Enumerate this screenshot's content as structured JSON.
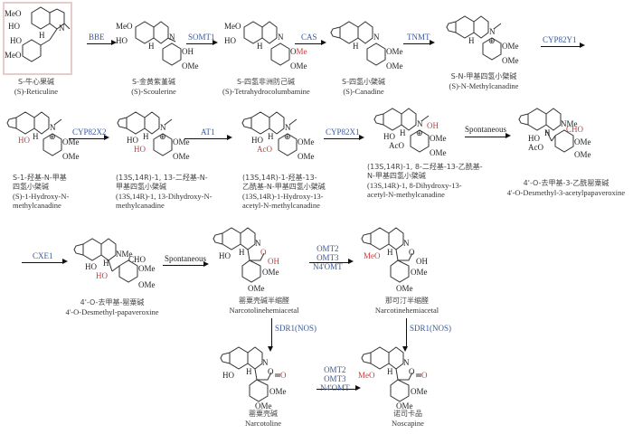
{
  "colors": {
    "enzyme": "#3a5a9c",
    "highlight": "#d03a3a",
    "arrow": "#111111",
    "box": "#e8cccc"
  },
  "compounds": [
    {
      "id": "reticuline",
      "zh": "S-牛心果碱",
      "en": "(S)-Reticuline"
    },
    {
      "id": "scoulerine",
      "zh": "S-金黄紫堇碱",
      "en": "(S)-Scoulerine"
    },
    {
      "id": "tetrahydrocolumbamine",
      "zh": "S-四氢非洲防己碱",
      "en": "(S)-Tetrahydrocolumbamine"
    },
    {
      "id": "canadine",
      "zh": "S-四氢小檗碱",
      "en": "(S)-Canadine"
    },
    {
      "id": "n-methylcanadine",
      "zh": "S-N-甲基四氢小檗碱",
      "en": "(S)-N-Methylcanadine"
    },
    {
      "id": "hydroxy-n-methylcanadine",
      "zh": [
        "S-1-羟基-N-甲基",
        "四氢小檗碱"
      ],
      "en": [
        "(S)-1-Hydroxy-N-",
        "methylcanadine"
      ]
    },
    {
      "id": "dihydroxy-n-methylcanadine",
      "zh": [
        "(13S,14R)-1, 13-二羟基-N-",
        "甲基四氢小檗碱"
      ],
      "en": [
        "(13S,14R)-1, 13-Dihydroxy-N-",
        "methylcanadine"
      ]
    },
    {
      "id": "hydroxy-acetyl-n-methylcanadine",
      "zh": [
        "(13S,14R)-1-羟基-13-",
        "乙酰基-N-甲基四氢小檗碱"
      ],
      "en": [
        "(13S,14R)-1-Hydroxy-13-",
        "acetyl-N-methylcanadine"
      ]
    },
    {
      "id": "dihydroxy-acetyl-n-methylcanadine",
      "zh": [
        "(13S,14R)-1, 8-二羟基-13-乙酰基-",
        "N-甲基四氢小檗碱"
      ],
      "en": [
        "(13S,14R)-1, 8-Dihydroxy-13-",
        "acetyl-N-methylcanadine"
      ]
    },
    {
      "id": "desmethyl-acetylpapaveroxine",
      "zh": "4'-O-去甲基-3-乙酰罂粟碱",
      "en": "4'-O-Desmethyl-3-acetylpapaveroxine"
    },
    {
      "id": "desmethyl-papaveroxine",
      "zh": "4'-O-去甲基-罂粟碱",
      "en": "4'-O-Desmethyl-papaveroxine"
    },
    {
      "id": "narcotolinehemiacetal",
      "zh": "罂粟壳碱半缩醛",
      "en": "Narcotolinehemiacetal"
    },
    {
      "id": "narcotinehemiacetal",
      "zh": "那可汀半缩醛",
      "en": "Narcotinehemiacetal"
    },
    {
      "id": "narcotoline",
      "zh": "罂粟壳碱",
      "en": "Narcotoline"
    },
    {
      "id": "noscapine",
      "zh": "诺司卡品",
      "en": "Noscapine"
    }
  ],
  "enzymes": {
    "bbe": "BBE",
    "somt1": "SOMT1",
    "cas": "CAS",
    "tnmt": "TNMT",
    "cyp82y1": "CYP82Y1",
    "cyp82x2": "CYP82X2",
    "at1": "AT1",
    "cyp82x1": "CYP82X1",
    "spontaneous1": "Spontaneous",
    "cxe1": "CXE1",
    "spontaneous2": "Spontaneous",
    "omt_top": [
      "OMT2",
      "OMT3",
      "N4'OMT"
    ],
    "sdr1_left": "SDR1(NOS)",
    "sdr1_right": "SDR1(NOS)",
    "omt_bottom": [
      "OMT2",
      "OMT3",
      "N4'OMT"
    ]
  },
  "atoms": {
    "MeO": "MeO",
    "HO": "HO",
    "OH": "OH",
    "OMe": "OMe",
    "Me": "Me",
    "N": "N",
    "NMe": "NMe",
    "H": "H",
    "AcO": "AcO",
    "CHO": "CHO",
    "O": "O",
    "plus": "⊕"
  }
}
